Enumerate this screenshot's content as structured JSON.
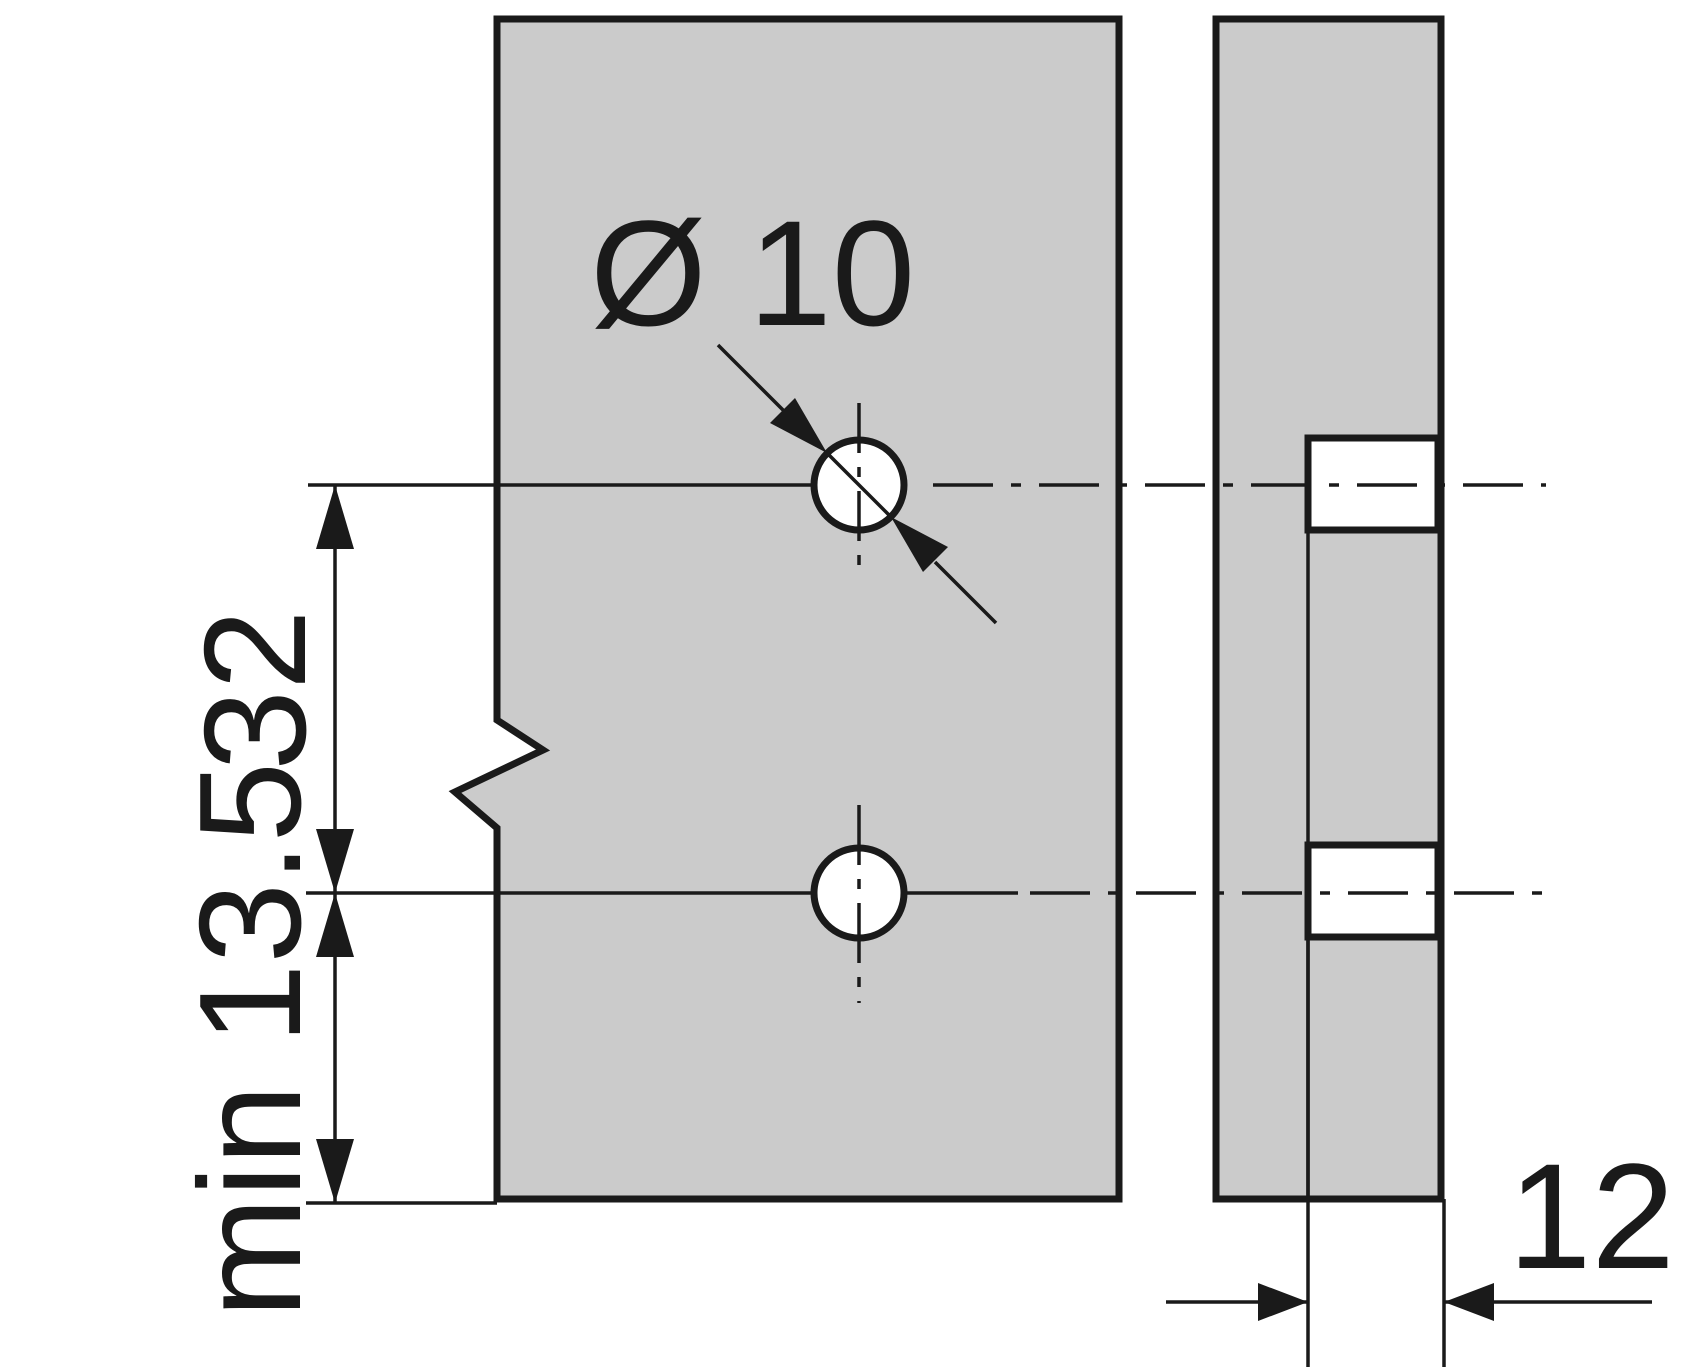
{
  "diagram": {
    "colors": {
      "panel_fill": "#cbcbcb",
      "line": "#1a1a1a",
      "hole_fill": "#ffffff",
      "background": "#ffffff"
    },
    "labels": {
      "diameter": "Ø 10",
      "spacing": "32",
      "edge_distance": "min 13.5",
      "depth": "12"
    }
  }
}
